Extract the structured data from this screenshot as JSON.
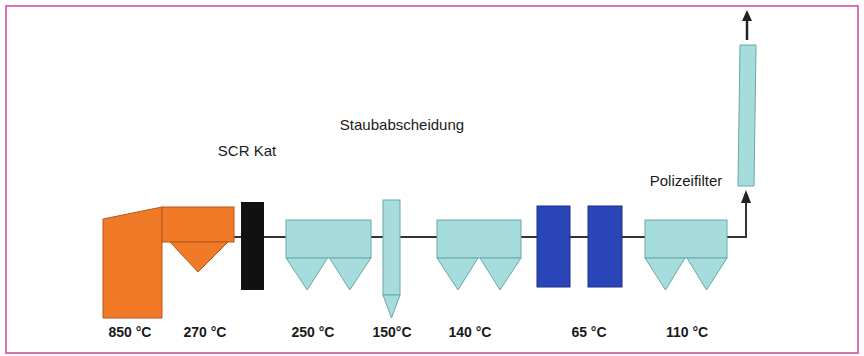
{
  "diagram": {
    "nodes": [
      {
        "text": [
          "850 °C"
        ]
      },
      {
        "text": [
          "270 °C"
        ]
      },
      {
        "text": [
          "SCR Kat"
        ]
      },
      {
        "text": [
          "250 °C"
        ]
      },
      {
        "text": [
          "150°C"
        ]
      },
      {
        "text": [
          "140 °C"
        ]
      },
      {
        "text": [
          "Polizeifilter",
          "110 °C"
        ]
      }
    ],
    "edges": [
      {
        "from": 1,
        "to": 2,
        "arrow": "none"
      },
      {
        "from": 2,
        "to": 3,
        "arrow": "none"
      },
      {
        "from": 3,
        "to": 4,
        "arrow": "none"
      },
      {
        "from": 4,
        "to": 5,
        "arrow": "none"
      }
    ],
    "labels": [
      "Staubabscheidung",
      "65 °C"
    ]
  }
}
